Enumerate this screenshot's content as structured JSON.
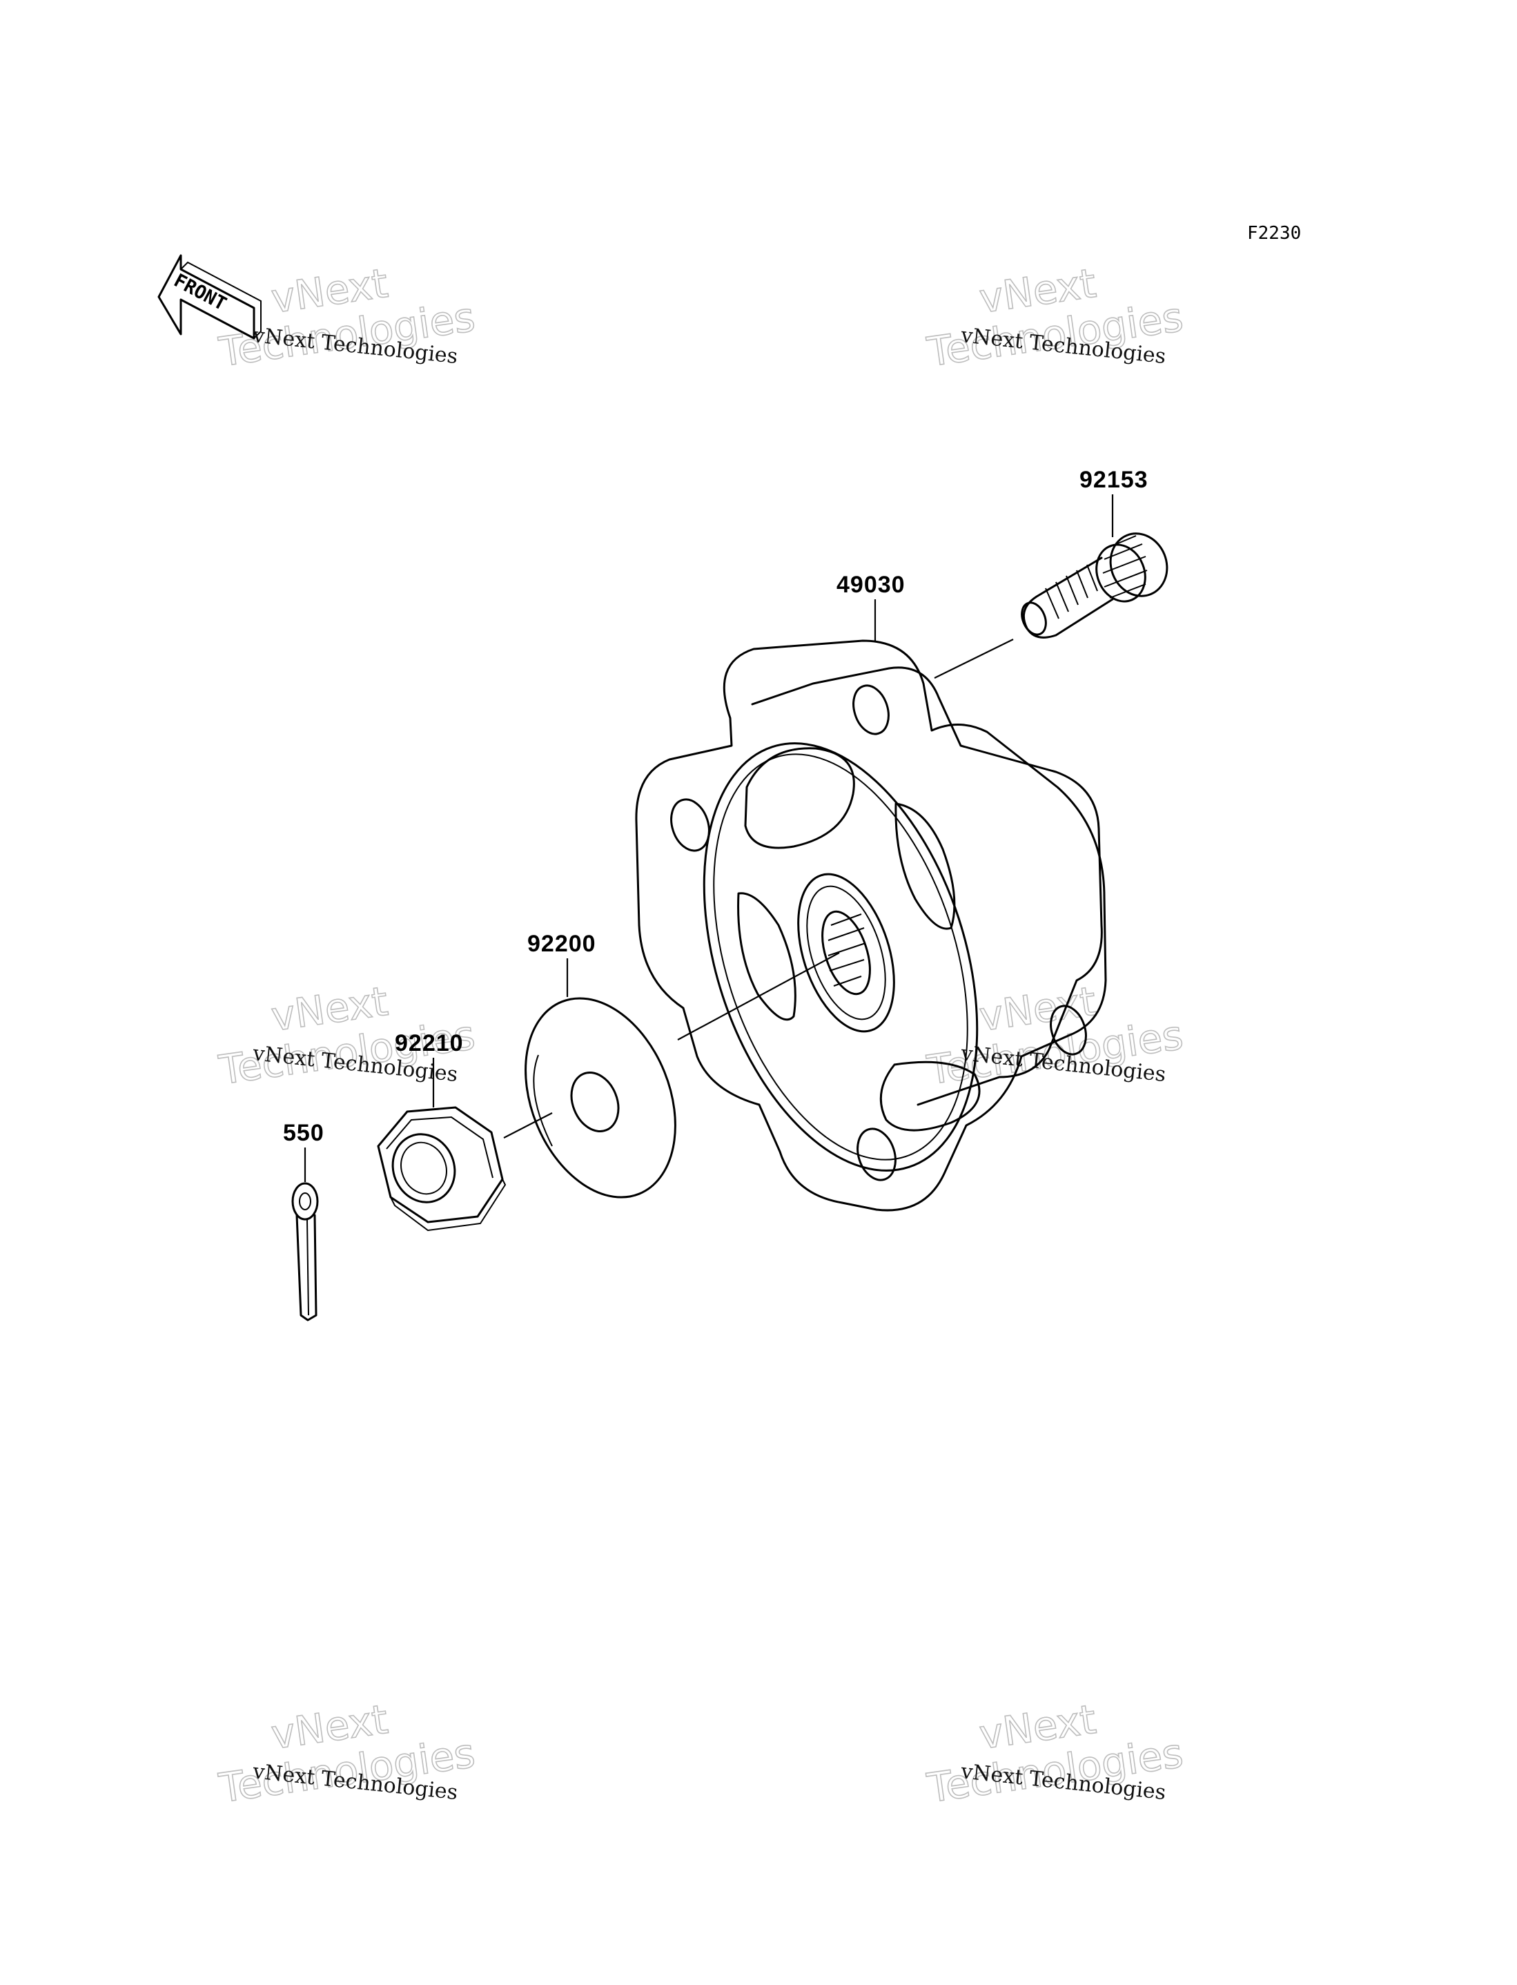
{
  "figure_code": "F2230",
  "front_label": "FRONT",
  "parts": [
    {
      "id": "p-92153",
      "number": "92153",
      "name": "stud-bolt"
    },
    {
      "id": "p-49030",
      "number": "49030",
      "name": "hub"
    },
    {
      "id": "p-92200",
      "number": "92200",
      "name": "washer"
    },
    {
      "id": "p-92210",
      "number": "92210",
      "name": "nut"
    },
    {
      "id": "p-550",
      "number": "550",
      "name": "cotter-pin"
    }
  ],
  "watermark": {
    "line_small": "vNext Technologies",
    "line_big_1": "vNext",
    "line_big_2": "Technologies"
  }
}
